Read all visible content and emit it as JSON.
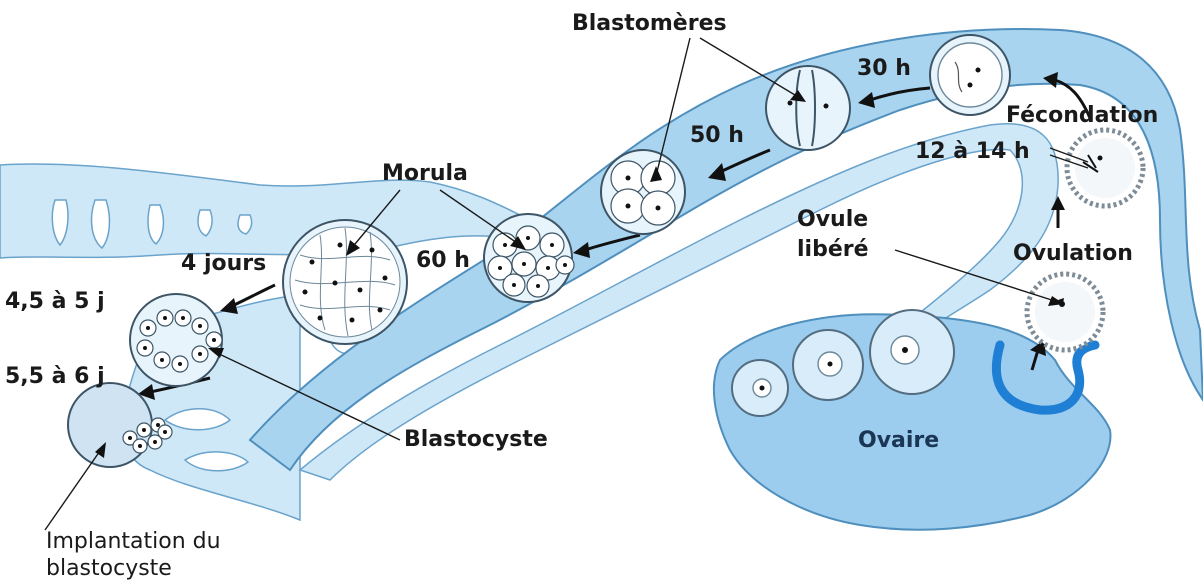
{
  "labels": {
    "blastomeres": "Blastomères",
    "h30": "30 h",
    "fecondation": "Fécondation",
    "h12_14": "12 à 14 h",
    "h50": "50 h",
    "morula": "Morula",
    "ovule_1": "Ovule",
    "ovule_2": "libéré",
    "ovulation": "Ovulation",
    "jours4": "4 jours",
    "h60": "60 h",
    "j45_5": "4,5 à 5 j",
    "j55_6": "5,5 à 6 j",
    "blastocyste": "Blastocyste",
    "ovaire": "Ovaire",
    "implantation_1": "Implantation du",
    "implantation_2": "blastocyste"
  },
  "colors": {
    "tube": "#a8d4ef",
    "tube_border": "#4f8fbd",
    "fimbria": "#1f7fd4",
    "text": "#1a1a1a"
  }
}
